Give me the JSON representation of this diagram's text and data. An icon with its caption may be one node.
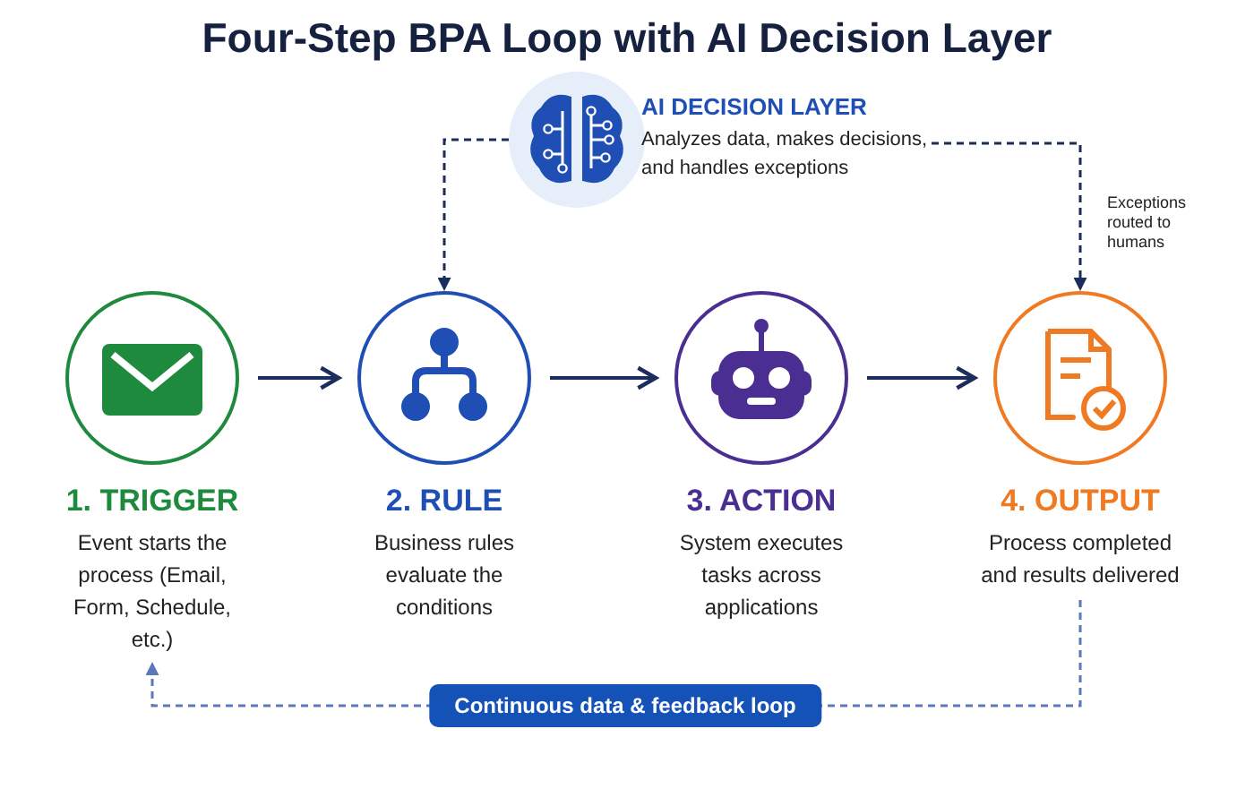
{
  "diagram": {
    "title": "Four-Step BPA Loop with AI Decision Layer",
    "nodes": [
      {
        "text": [
          "1. TRIGGER",
          "Event starts the process (Email, Form, Schedule, etc.)"
        ]
      },
      {
        "text": [
          "2. RULE",
          "Business rules evaluate the conditions"
        ]
      },
      {
        "text": [
          "3. ACTION",
          "System executes tasks across applications"
        ]
      },
      {
        "text": [
          "4. OUTPUT",
          "Process completed and results delivered"
        ]
      },
      {
        "text": [
          "AI DECISION LAYER",
          "Analyzes data, makes decisions, and handles exceptions"
        ]
      }
    ],
    "edges": [
      {
        "from": 0,
        "to": 1,
        "arrow": "to"
      },
      {
        "from": 1,
        "to": 2,
        "arrow": "to"
      },
      {
        "from": 2,
        "to": 3,
        "arrow": "to"
      },
      {
        "from": 4,
        "to": 1,
        "arrow": "to",
        "style": "dashed"
      },
      {
        "from": 4,
        "to": 3,
        "arrow": "to",
        "style": "dashed",
        "label": "Exceptions routed to humans"
      },
      {
        "from": 3,
        "to": 0,
        "arrow": "to",
        "style": "dashed",
        "color": "#5b78bd",
        "label": "Continuous data & feedback loop"
      }
    ]
  }
}
